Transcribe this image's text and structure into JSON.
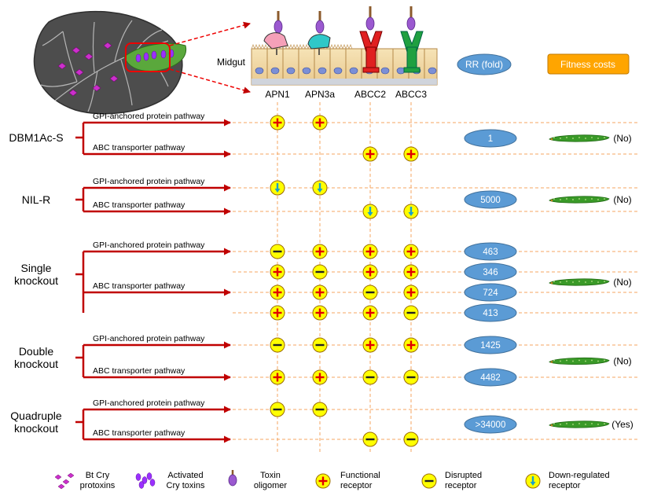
{
  "header": {
    "midgut_label": "Midgut",
    "receptors": [
      "APN1",
      "APN3a",
      "ABCC2",
      "ABCC3"
    ],
    "rr_label": "RR (fold)",
    "fitness_label": "Fitness costs"
  },
  "pathways": {
    "gpi": "GPI-anchored protein pathway",
    "abc": "ABC transporter pathway"
  },
  "strains": [
    {
      "name": [
        "DBM1Ac-S"
      ],
      "rows": [
        {
          "pathway": "gpi",
          "states": [
            "functional",
            "functional",
            "none",
            "none"
          ]
        },
        {
          "pathway": "abc",
          "states": [
            "none",
            "none",
            "functional",
            "functional"
          ]
        }
      ],
      "rr": [
        "1"
      ],
      "fitness": "(No)"
    },
    {
      "name": [
        "NIL-R"
      ],
      "rows": [
        {
          "pathway": "gpi",
          "states": [
            "down",
            "down",
            "none",
            "none"
          ]
        },
        {
          "pathway": "abc",
          "states": [
            "none",
            "none",
            "down",
            "down"
          ]
        }
      ],
      "rr": [
        "5000"
      ],
      "fitness": "(No)"
    },
    {
      "name": [
        "Single",
        "knockout"
      ],
      "rows": [
        {
          "pathway": "gpi",
          "states": [
            "disrupted",
            "functional",
            "functional",
            "functional"
          ]
        },
        {
          "pathway": "",
          "states": [
            "functional",
            "disrupted",
            "functional",
            "functional"
          ]
        },
        {
          "pathway": "abc",
          "states": [
            "functional",
            "functional",
            "disrupted",
            "functional"
          ]
        },
        {
          "pathway": "",
          "states": [
            "functional",
            "functional",
            "functional",
            "disrupted"
          ]
        }
      ],
      "rr": [
        "463",
        "346",
        "724",
        "413"
      ],
      "fitness": "(No)"
    },
    {
      "name": [
        "Double",
        "knockout"
      ],
      "rows": [
        {
          "pathway": "gpi",
          "states": [
            "disrupted",
            "disrupted",
            "functional",
            "functional"
          ]
        },
        {
          "pathway": "abc",
          "states": [
            "functional",
            "functional",
            "disrupted",
            "disrupted"
          ]
        }
      ],
      "rr": [
        "1425",
        "4482"
      ],
      "fitness": "(No)"
    },
    {
      "name": [
        "Quadruple",
        "knockout"
      ],
      "rows": [
        {
          "pathway": "gpi",
          "states": [
            "disrupted",
            "disrupted",
            "none",
            "none"
          ]
        },
        {
          "pathway": "abc",
          "states": [
            "none",
            "none",
            "disrupted",
            "disrupted"
          ]
        }
      ],
      "rr": [
        ">34000"
      ],
      "fitness": "(Yes)"
    }
  ],
  "legend": {
    "protoxins": [
      "Bt Cry",
      "protoxins"
    ],
    "activated": [
      "Activated",
      "Cry toxins"
    ],
    "oligomer": [
      "Toxin",
      "oligomer"
    ],
    "functional": [
      "Functional",
      "receptor"
    ],
    "disrupted": [
      "Disrupted",
      "receptor"
    ],
    "down": [
      "Down-regulated",
      "receptor"
    ]
  },
  "colors": {
    "red": "#c00000",
    "dash": "#f4a460",
    "symbol_fill": "#ffff00",
    "rr_fill": "#5b9bd5",
    "fitness_fill": "#ffa500",
    "larva": "#3a9a28",
    "leaf_dark": "#555555",
    "leaf_green": "#5aa83c"
  }
}
